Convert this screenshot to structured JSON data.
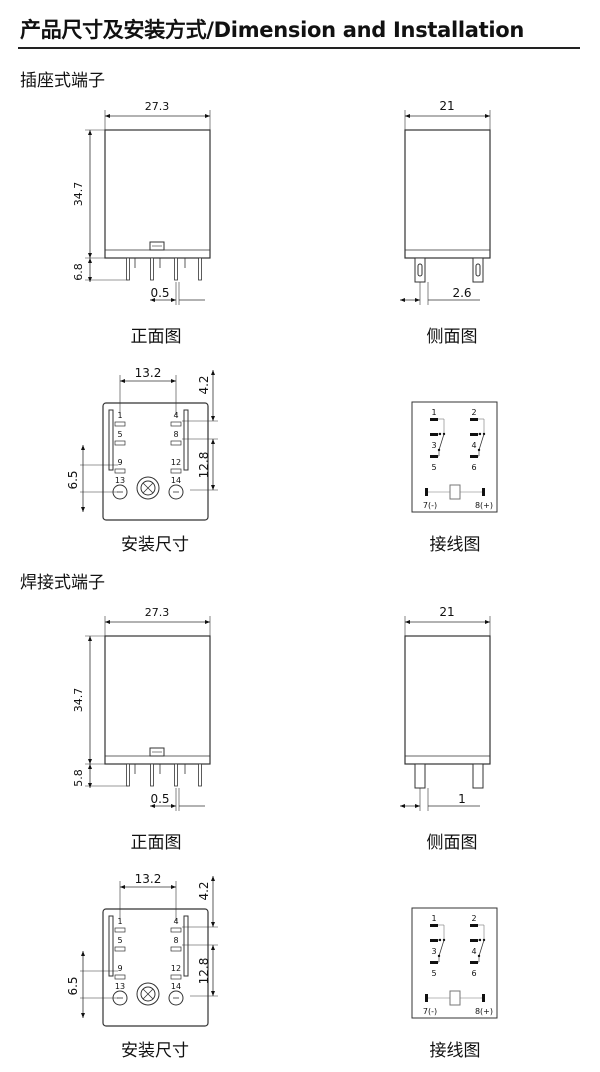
{
  "title": "产品尺寸及安装方式/Dimension and  Installation",
  "sections": [
    {
      "label": "插座式端子",
      "front": {
        "width": "27.3",
        "height": "34.7",
        "pin_len": "6.8",
        "pin_w": "0.5",
        "caption": "正面图"
      },
      "side": {
        "width": "21",
        "pin_pitch": "2.6",
        "caption": "侧面图"
      },
      "mount": {
        "h_pitch": "13.2",
        "top": "4.2",
        "v_pitch": "12.8",
        "left": "6.5",
        "pins": [
          "1",
          "4",
          "5",
          "8",
          "9",
          "12",
          "13",
          "14"
        ],
        "caption": "安装尺寸"
      },
      "wiring": {
        "terms": [
          "1",
          "2",
          "3",
          "4",
          "5",
          "6",
          "7(-)",
          "8(+)"
        ],
        "caption": "接线图"
      }
    },
    {
      "label": "焊接式端子",
      "front": {
        "width": "27.3",
        "height": "34.7",
        "pin_len": "5.8",
        "pin_w": "0.5",
        "caption": "正面图"
      },
      "side": {
        "width": "21",
        "pin_pitch": "1",
        "caption": "侧面图"
      },
      "mount": {
        "h_pitch": "13.2",
        "top": "4.2",
        "v_pitch": "12.8",
        "left": "6.5",
        "pins": [
          "1",
          "4",
          "5",
          "8",
          "9",
          "12",
          "13",
          "14"
        ],
        "caption": "安装尺寸"
      },
      "wiring": {
        "terms": [
          "1",
          "2",
          "3",
          "4",
          "5",
          "6",
          "7(-)",
          "8(+)"
        ],
        "caption": "接线图"
      }
    }
  ]
}
